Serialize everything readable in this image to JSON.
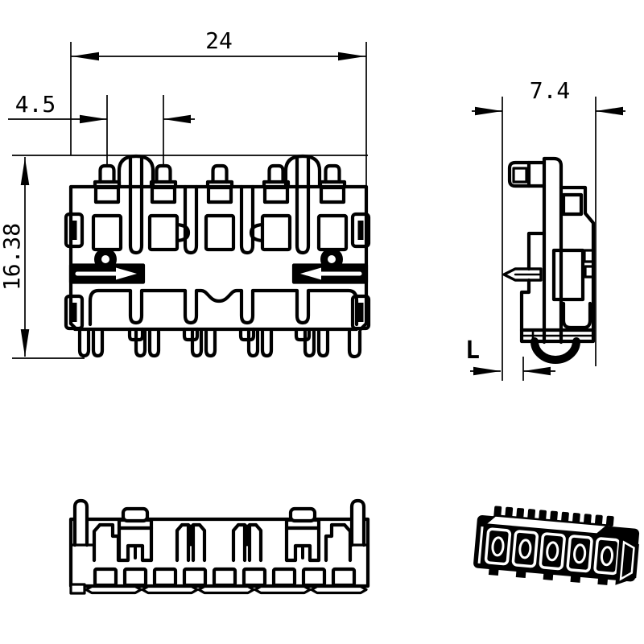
{
  "drawing": {
    "colors": {
      "line": "#000000",
      "background": "#ffffff"
    },
    "dimensions": {
      "overall_width": "24",
      "pin_pitch": "4.5",
      "overall_height": "16.38",
      "overall_depth": "7.4",
      "pin_length": "L"
    }
  }
}
